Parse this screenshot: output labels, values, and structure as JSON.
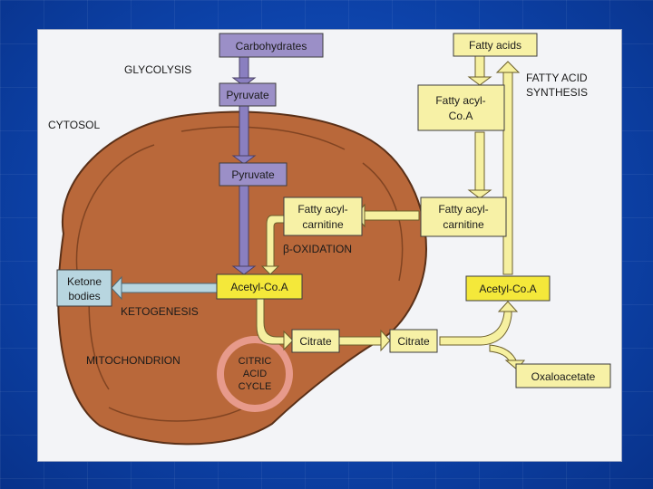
{
  "colors": {
    "background": "#0d43aa",
    "panel": "#f3f4f7",
    "mitochondrion": "#b9683a",
    "purple_box": "#9b8fc7",
    "yellow_box": "#f7f1a6",
    "acetyl_box": "#f4e83a",
    "ketone_box": "#b8d6e0",
    "cycle_ring": "#e79a8b"
  },
  "regions": {
    "cytosol": "CYTOSOL",
    "mitochondrion": "MITOCHONDRION"
  },
  "processes": {
    "glycolysis": "GLYCOLYSIS",
    "fatty_acid_synthesis_1": "FATTY  ACID",
    "fatty_acid_synthesis_2": "SYNTHESIS",
    "beta_oxidation": "β-OXIDATION",
    "ketogenesis": "KETOGENESIS",
    "citric_cycle_1": "CITRIC",
    "citric_cycle_2": "ACID",
    "citric_cycle_3": "CYCLE"
  },
  "nodes": {
    "carbohydrates": "Carbohydrates",
    "pyruvate_cytosol": "Pyruvate",
    "pyruvate_mito": "Pyruvate",
    "fatty_acids": "Fatty acids",
    "fatty_acyl_coa_1": "Fatty acyl-",
    "fatty_acyl_coa_2": "Co.A",
    "fatty_acyl_carnitine_out_1": "Fatty acyl-",
    "fatty_acyl_carnitine_out_2": "carnitine",
    "fatty_acyl_carnitine_in_1": "Fatty acyl-",
    "fatty_acyl_carnitine_in_2": "carnitine",
    "ketone_bodies_1": "Ketone",
    "ketone_bodies_2": "bodies",
    "acetyl_coa_mito": "Acetyl-Co.A",
    "acetyl_coa_cytosol": "Acetyl-Co.A",
    "citrate_mito": "Citrate",
    "citrate_cytosol": "Citrate",
    "oxaloacetate": "Oxaloacetate"
  }
}
